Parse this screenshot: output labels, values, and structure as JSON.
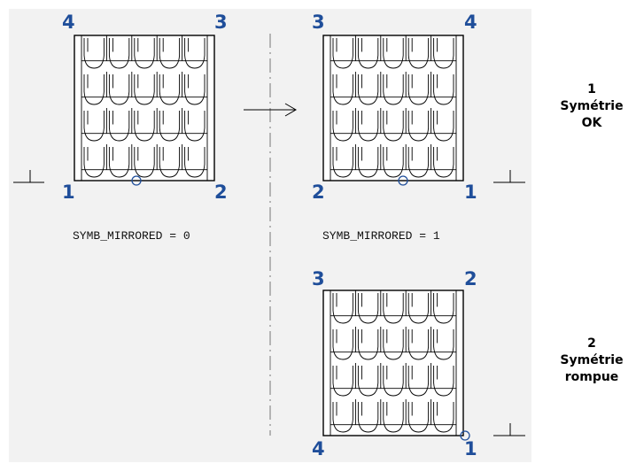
{
  "panels": [
    {
      "id": "original",
      "corners": {
        "top_left": "4",
        "top_right": "3",
        "bottom_left": "1",
        "bottom_right": "2"
      },
      "param_text": "SYMB_MIRRORED = 0"
    },
    {
      "id": "mirrored-ok",
      "corners": {
        "top_left": "3",
        "top_right": "4",
        "bottom_left": "2",
        "bottom_right": "1"
      },
      "param_text": "SYMB_MIRRORED = 1"
    },
    {
      "id": "mirrored-broken",
      "corners": {
        "top_left": "3",
        "top_right": "2",
        "bottom_left": "4",
        "bottom_right": "1"
      }
    }
  ],
  "labels": {
    "case1": {
      "number": "1",
      "line1": "Symétrie",
      "line2": "OK"
    },
    "case2": {
      "number": "2",
      "line1": "Symétrie",
      "line2": "rompue"
    }
  },
  "colors": {
    "corner_numbers": "#1f4e9a",
    "panel_background": "#f2f2f2"
  }
}
